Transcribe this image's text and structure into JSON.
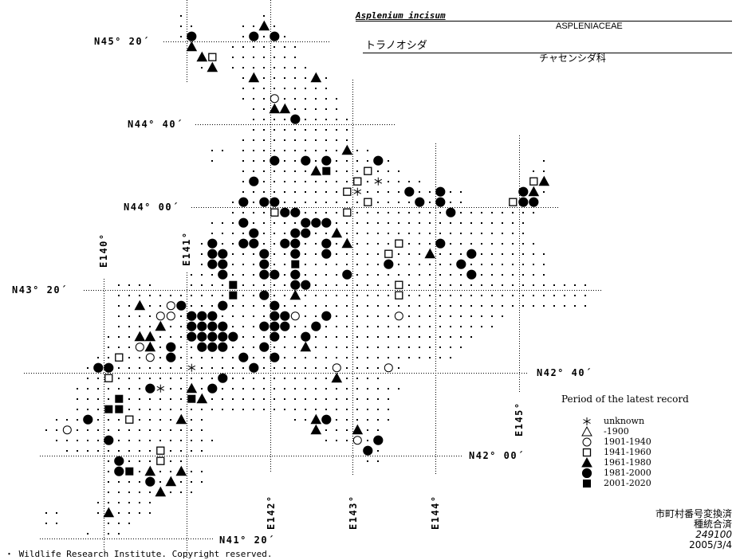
{
  "header": {
    "scientific_name": "Asplenium incisum",
    "family_latin": "ASPLENIACEAE",
    "japanese_name": "トラノオシダ",
    "family_japanese": "チャセンシダ科"
  },
  "grid_labels": {
    "lat": [
      "N45° 20´",
      "N44° 40´",
      "N44° 00´",
      "N43° 20´",
      "N42° 40´",
      "N42° 00´",
      "N41° 20´"
    ],
    "lon": [
      "E140°",
      "E141°",
      "E142°",
      "E143°",
      "E144°",
      "E145°"
    ]
  },
  "legend": {
    "title": "Period of the latest record",
    "items": [
      {
        "symbol": "asterisk",
        "label": "unknown"
      },
      {
        "symbol": "open-triangle",
        "label": "-1900"
      },
      {
        "symbol": "open-circle",
        "label": "1901-1940"
      },
      {
        "symbol": "open-square",
        "label": "1941-1960"
      },
      {
        "symbol": "filled-triangle",
        "label": "1961-1980"
      },
      {
        "symbol": "filled-circle",
        "label": "1981-2000"
      },
      {
        "symbol": "filled-square",
        "label": "2001-2020"
      }
    ]
  },
  "meta": {
    "line1": "市町村番号変換済",
    "line2": "種統合済",
    "code": "249100",
    "date": "2005/3/4"
  },
  "footer": "・ Wildlife Research Institute. Copyright reserved.",
  "records": {
    "asterisk": [
      [
        143.25,
        44.167
      ],
      [
        143.0,
        44.083
      ],
      [
        141.0,
        42.667
      ],
      [
        140.625,
        42.5
      ]
    ],
    "open-triangle": [],
    "open-circle": [
      [
        142.0,
        44.833
      ],
      [
        140.75,
        43.167
      ],
      [
        140.625,
        43.083
      ],
      [
        140.75,
        43.083
      ],
      [
        142.25,
        43.083
      ],
      [
        143.5,
        43.083
      ],
      [
        140.375,
        42.833
      ],
      [
        140.5,
        42.75
      ],
      [
        142.75,
        42.667
      ],
      [
        143.375,
        42.667
      ],
      [
        139.5,
        42.167
      ],
      [
        143.0,
        42.083
      ]
    ],
    "open-square": [
      [
        141.25,
        45.167
      ],
      [
        143.125,
        44.25
      ],
      [
        143.0,
        44.167
      ],
      [
        145.125,
        44.167
      ],
      [
        142.875,
        44.083
      ],
      [
        143.125,
        44.0
      ],
      [
        144.875,
        44.0
      ],
      [
        142.0,
        43.917
      ],
      [
        142.875,
        43.917
      ],
      [
        143.5,
        43.667
      ],
      [
        143.375,
        43.583
      ],
      [
        143.5,
        43.333
      ],
      [
        143.5,
        43.25
      ],
      [
        140.125,
        42.75
      ],
      [
        140.0,
        42.583
      ],
      [
        140.25,
        42.25
      ],
      [
        140.625,
        42.0
      ],
      [
        140.625,
        41.917
      ]
    ],
    "filled-triangle": [
      [
        141.875,
        45.417
      ],
      [
        141.0,
        45.25
      ],
      [
        141.125,
        45.167
      ],
      [
        141.25,
        45.083
      ],
      [
        141.75,
        45.0
      ],
      [
        142.5,
        45.0
      ],
      [
        142.0,
        44.75
      ],
      [
        142.125,
        44.75
      ],
      [
        142.875,
        44.417
      ],
      [
        142.5,
        44.25
      ],
      [
        145.25,
        44.167
      ],
      [
        145.125,
        44.083
      ],
      [
        142.75,
        43.75
      ],
      [
        142.875,
        43.667
      ],
      [
        143.875,
        43.583
      ],
      [
        142.25,
        43.25
      ],
      [
        140.375,
        43.167
      ],
      [
        140.625,
        43.0
      ],
      [
        140.375,
        42.917
      ],
      [
        140.5,
        42.917
      ],
      [
        140.5,
        42.833
      ],
      [
        142.375,
        42.833
      ],
      [
        142.75,
        42.583
      ],
      [
        141.0,
        42.5
      ],
      [
        141.125,
        42.417
      ],
      [
        140.875,
        42.25
      ],
      [
        142.5,
        42.25
      ],
      [
        142.5,
        42.167
      ],
      [
        143.0,
        42.167
      ],
      [
        140.5,
        41.833
      ],
      [
        140.875,
        41.833
      ],
      [
        140.75,
        41.75
      ],
      [
        140.625,
        41.667
      ],
      [
        140.0,
        41.5
      ]
    ],
    "filled-circle": [
      [
        141.0,
        45.333
      ],
      [
        141.75,
        45.333
      ],
      [
        142.0,
        45.333
      ],
      [
        142.25,
        44.667
      ],
      [
        142.0,
        44.333
      ],
      [
        142.375,
        44.333
      ],
      [
        142.625,
        44.333
      ],
      [
        143.25,
        44.333
      ],
      [
        141.75,
        44.167
      ],
      [
        143.625,
        44.083
      ],
      [
        144.0,
        44.083
      ],
      [
        145.0,
        44.083
      ],
      [
        141.625,
        44.0
      ],
      [
        141.875,
        44.0
      ],
      [
        142.0,
        44.0
      ],
      [
        143.75,
        44.0
      ],
      [
        144.0,
        44.0
      ],
      [
        145.0,
        44.0
      ],
      [
        145.125,
        44.0
      ],
      [
        142.125,
        43.917
      ],
      [
        142.25,
        43.917
      ],
      [
        144.125,
        43.917
      ],
      [
        141.625,
        43.833
      ],
      [
        142.375,
        43.833
      ],
      [
        142.5,
        43.833
      ],
      [
        142.625,
        43.833
      ],
      [
        141.75,
        43.75
      ],
      [
        142.25,
        43.75
      ],
      [
        142.375,
        43.75
      ],
      [
        141.25,
        43.667
      ],
      [
        141.625,
        43.667
      ],
      [
        141.75,
        43.667
      ],
      [
        142.125,
        43.667
      ],
      [
        142.25,
        43.667
      ],
      [
        142.625,
        43.667
      ],
      [
        144.0,
        43.667
      ],
      [
        141.25,
        43.583
      ],
      [
        141.375,
        43.583
      ],
      [
        141.875,
        43.583
      ],
      [
        142.25,
        43.583
      ],
      [
        142.625,
        43.583
      ],
      [
        144.375,
        43.583
      ],
      [
        141.25,
        43.5
      ],
      [
        141.375,
        43.5
      ],
      [
        141.875,
        43.5
      ],
      [
        143.375,
        43.5
      ],
      [
        144.25,
        43.5
      ],
      [
        141.375,
        43.417
      ],
      [
        141.875,
        43.417
      ],
      [
        142.0,
        43.417
      ],
      [
        142.25,
        43.417
      ],
      [
        142.875,
        43.417
      ],
      [
        144.375,
        43.417
      ],
      [
        142.25,
        43.333
      ],
      [
        142.375,
        43.333
      ],
      [
        141.875,
        43.25
      ],
      [
        140.875,
        43.167
      ],
      [
        141.375,
        43.167
      ],
      [
        142.0,
        43.167
      ],
      [
        141.0,
        43.083
      ],
      [
        141.125,
        43.083
      ],
      [
        141.25,
        43.083
      ],
      [
        142.0,
        43.083
      ],
      [
        142.125,
        43.083
      ],
      [
        142.625,
        43.083
      ],
      [
        141.0,
        43.0
      ],
      [
        141.125,
        43.0
      ],
      [
        141.25,
        43.0
      ],
      [
        141.375,
        43.0
      ],
      [
        141.875,
        43.0
      ],
      [
        142.0,
        43.0
      ],
      [
        142.125,
        43.0
      ],
      [
        142.5,
        43.0
      ],
      [
        141.0,
        42.917
      ],
      [
        141.125,
        42.917
      ],
      [
        141.25,
        42.917
      ],
      [
        141.375,
        42.917
      ],
      [
        141.5,
        42.917
      ],
      [
        142.0,
        42.917
      ],
      [
        142.375,
        42.917
      ],
      [
        140.75,
        42.833
      ],
      [
        141.125,
        42.833
      ],
      [
        141.25,
        42.833
      ],
      [
        141.375,
        42.833
      ],
      [
        141.875,
        42.833
      ],
      [
        140.75,
        42.75
      ],
      [
        141.625,
        42.75
      ],
      [
        142.0,
        42.75
      ],
      [
        139.875,
        42.667
      ],
      [
        140.0,
        42.667
      ],
      [
        141.75,
        42.667
      ],
      [
        141.375,
        42.583
      ],
      [
        140.5,
        42.5
      ],
      [
        141.25,
        42.5
      ],
      [
        139.75,
        42.25
      ],
      [
        142.625,
        42.25
      ],
      [
        140.0,
        42.083
      ],
      [
        143.25,
        42.083
      ],
      [
        143.125,
        42.0
      ],
      [
        140.125,
        41.917
      ],
      [
        140.125,
        41.833
      ],
      [
        140.5,
        41.75
      ]
    ],
    "filled-square": [
      [
        142.625,
        44.25
      ],
      [
        142.25,
        43.5
      ],
      [
        141.5,
        43.333
      ],
      [
        141.5,
        43.25
      ],
      [
        140.125,
        42.417
      ],
      [
        141.0,
        42.417
      ],
      [
        140.0,
        42.333
      ],
      [
        140.125,
        42.333
      ],
      [
        140.25,
        41.833
      ]
    ]
  }
}
